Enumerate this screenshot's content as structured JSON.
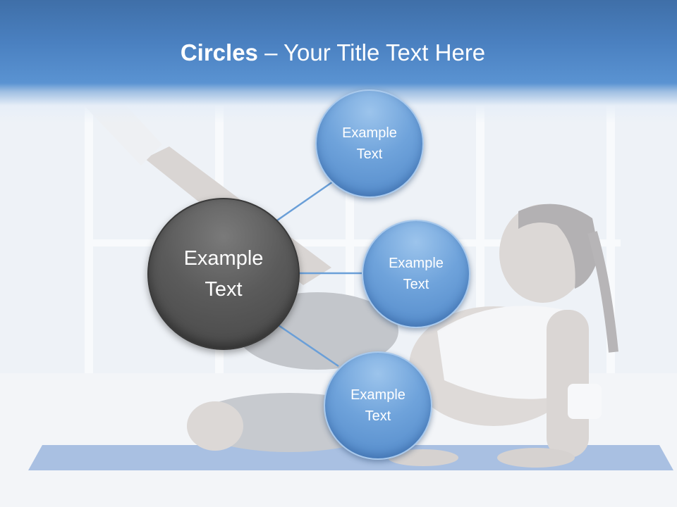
{
  "slide": {
    "title_bold": "Circles",
    "title_rest": " – Your Title Text Here",
    "center": {
      "text": "Example\nText"
    },
    "satellites": [
      {
        "text": "Example\nText"
      },
      {
        "text": "Example\nText"
      },
      {
        "text": "Example\nText"
      }
    ]
  },
  "colors": {
    "header": "#4a80c0",
    "center_circle": "#5b5b5b",
    "satellite_circle": "#6fa3db",
    "connector": "#6a9fd8"
  }
}
